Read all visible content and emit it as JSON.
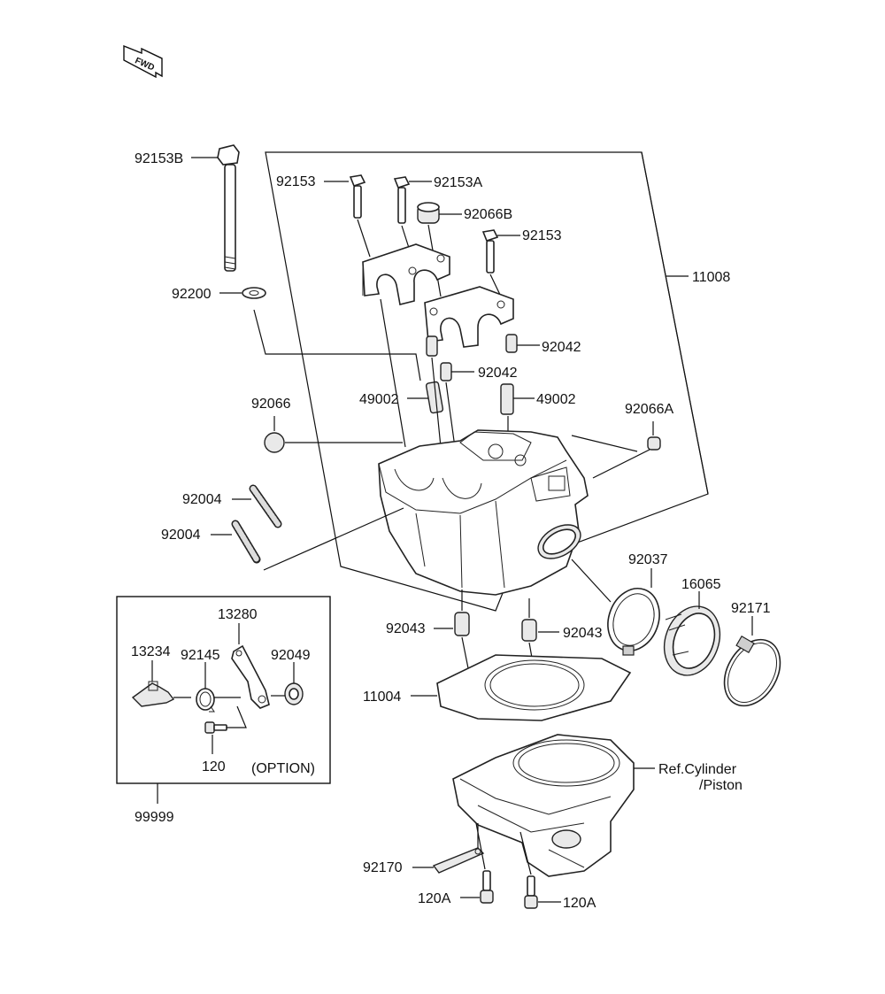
{
  "fwd_label": "FWD",
  "labels": {
    "p92153B": "92153B",
    "p92153": "92153",
    "p92153A": "92153A",
    "p92066B": "92066B",
    "p92153_2": "92153",
    "p11008": "11008",
    "p92200": "92200",
    "p92042": "92042",
    "p92042_2": "92042",
    "p49002": "49002",
    "p49002_2": "49002",
    "p92066": "92066",
    "p92066A": "92066A",
    "p92004": "92004",
    "p92004_2": "92004",
    "p92037": "92037",
    "p16065": "16065",
    "p92171": "92171",
    "p13280": "13280",
    "p13234": "13234",
    "p92145": "92145",
    "p92049": "92049",
    "p120": "120",
    "option": "(OPTION)",
    "p99999": "99999",
    "p92043": "92043",
    "p92043_2": "92043",
    "p11004": "11004",
    "ref_cyl": "Ref.Cylinder",
    "ref_piston": "/Piston",
    "p92170": "92170",
    "p120A": "120A",
    "p120A_2": "120A"
  }
}
